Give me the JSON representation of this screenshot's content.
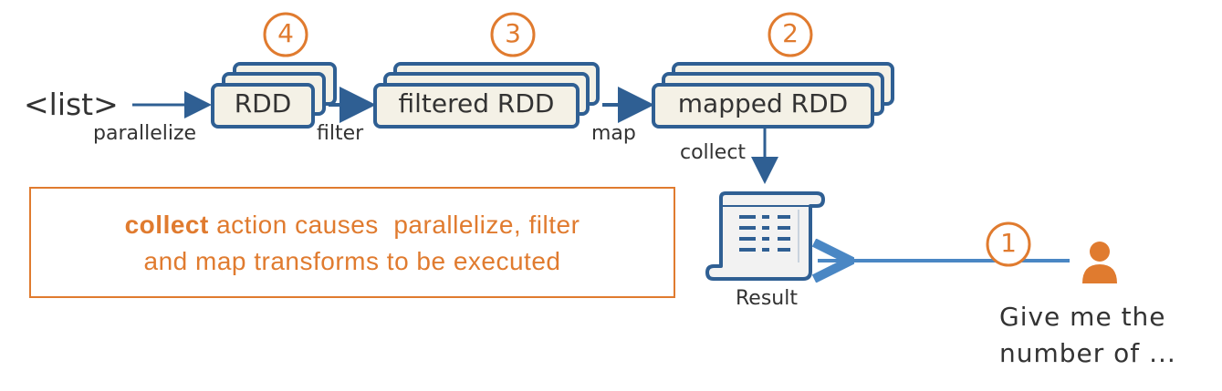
{
  "input_label": "<list>",
  "stages": {
    "rdd": {
      "label": "RDD",
      "step": "4"
    },
    "filtered": {
      "label": "filtered RDD",
      "step": "3"
    },
    "mapped": {
      "label": "mapped RDD",
      "step": "2"
    }
  },
  "edges": {
    "parallelize": "parallelize",
    "filter": "filter",
    "map": "map",
    "collect": "collect"
  },
  "result_label": "Result",
  "user_step": "1",
  "callout": {
    "bold": "collect",
    "line1_rest": " action causes  parallelize, filter",
    "line2": "and map transforms to be executed"
  },
  "user_request": {
    "line1": "Give me the",
    "line2": "number of ..."
  },
  "colors": {
    "accent": "#e07b2f",
    "box_border": "#2f5f93",
    "box_fill": "#f4f1e6",
    "arrow": "#2f6aa8",
    "request_arrow": "#4a87c4"
  }
}
